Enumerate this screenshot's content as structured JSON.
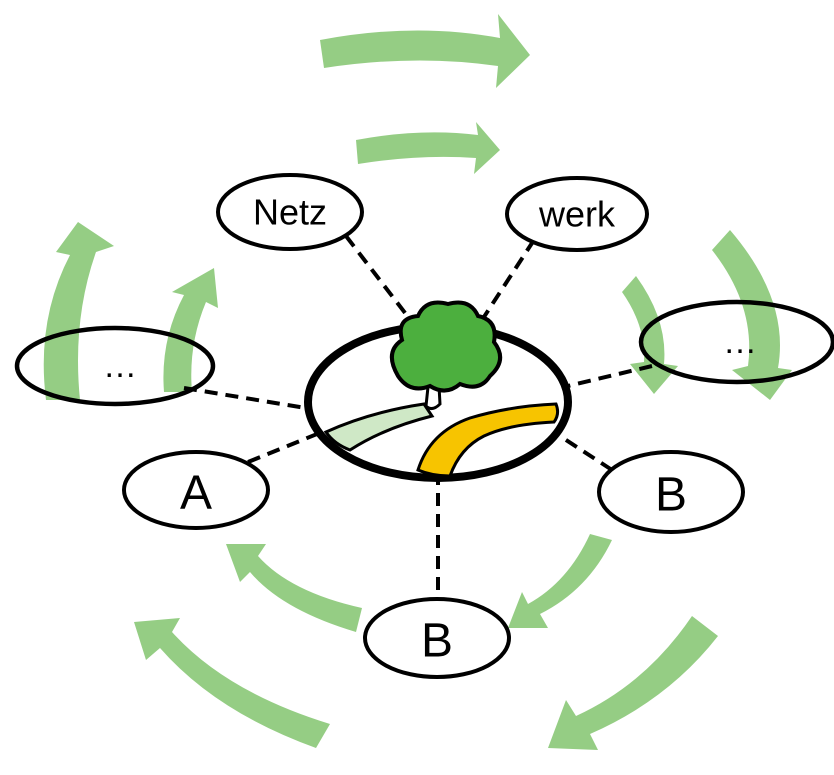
{
  "diagram": {
    "center_logo": "tree-and-road-logo",
    "nodes": {
      "netz": "Netz",
      "werk": "werk",
      "left_ellipsis": "…",
      "right_ellipsis": "…",
      "a": "A",
      "b_bottom": "B",
      "b_right": "B"
    },
    "colors": {
      "arrow_green": "#8cc97a",
      "tree_green": "#4caf3e",
      "road_yellow": "#f7c400",
      "road_light_green": "#cfe8c6",
      "outline": "#000000"
    }
  }
}
